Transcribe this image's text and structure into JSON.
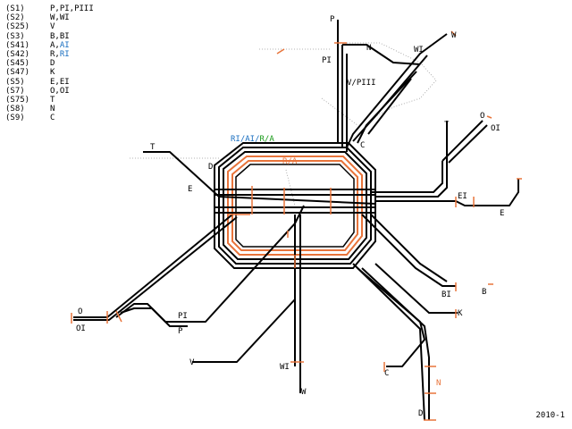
{
  "legend": [
    {
      "code": "(S1)",
      "parts": [
        {
          "t": "P,PI,PIII",
          "c": "#000000"
        }
      ]
    },
    {
      "code": "(S2)",
      "parts": [
        {
          "t": "W,WI",
          "c": "#000000"
        }
      ]
    },
    {
      "code": "(S25)",
      "parts": [
        {
          "t": "V",
          "c": "#000000"
        }
      ]
    },
    {
      "code": "(S3)",
      "parts": [
        {
          "t": "B,BI",
          "c": "#000000"
        }
      ]
    },
    {
      "code": "(S41)",
      "parts": [
        {
          "t": "A,",
          "c": "#000000"
        },
        {
          "t": "AI",
          "c": "#1a6fc0"
        }
      ]
    },
    {
      "code": "(S42)",
      "parts": [
        {
          "t": "R,",
          "c": "#000000"
        },
        {
          "t": "RI",
          "c": "#1a6fc0"
        }
      ]
    },
    {
      "code": "(S45)",
      "parts": [
        {
          "t": "D",
          "c": "#000000"
        }
      ]
    },
    {
      "code": "(S47)",
      "parts": [
        {
          "t": "K",
          "c": "#000000"
        }
      ]
    },
    {
      "code": "(S5)",
      "parts": [
        {
          "t": "E,EI",
          "c": "#000000"
        }
      ]
    },
    {
      "code": "(S7)",
      "parts": [
        {
          "t": "O,OI",
          "c": "#000000"
        }
      ]
    },
    {
      "code": "(S75)",
      "parts": [
        {
          "t": "T",
          "c": "#000000"
        }
      ]
    },
    {
      "code": "(S8)",
      "parts": [
        {
          "t": "N",
          "c": "#000000"
        }
      ]
    },
    {
      "code": "(S9)",
      "parts": [
        {
          "t": "C",
          "c": "#000000"
        }
      ]
    }
  ],
  "ring_label": [
    {
      "t": "RI/AI/",
      "c": "#1a6fc0"
    },
    {
      "t": "R/A",
      "c": "#1a9a1a"
    }
  ],
  "ring_inner_label": "R/A",
  "station_labels": {
    "P": "P",
    "PI_top": "PI",
    "VPIII": "V/PIII",
    "N_top": "N",
    "WI_top": "WI",
    "W_top": "W",
    "T_right": "T",
    "O_right": "O",
    "OI_right": "OI",
    "C_center": "C",
    "T_left": "T",
    "D_left": "D",
    "E_left": "E",
    "EI_right": "EI",
    "E_right": "E",
    "BI": "BI",
    "B": "B",
    "K": "K",
    "O_left": "O",
    "OI_left": "OI",
    "PI_bottom": "PI",
    "P_bottom": "P",
    "V_bottom": "V",
    "WI_bottom": "WI",
    "W_bottom": "W",
    "C_bottom": "C",
    "N_bottom": "N",
    "D_bottom": "D"
  },
  "year": "2010-1",
  "colors": {
    "line": "#000000",
    "ring_orange": "#e8743b",
    "blue": "#1a6fc0",
    "green": "#1a9a1a",
    "dotted": "#9a9a9a"
  }
}
